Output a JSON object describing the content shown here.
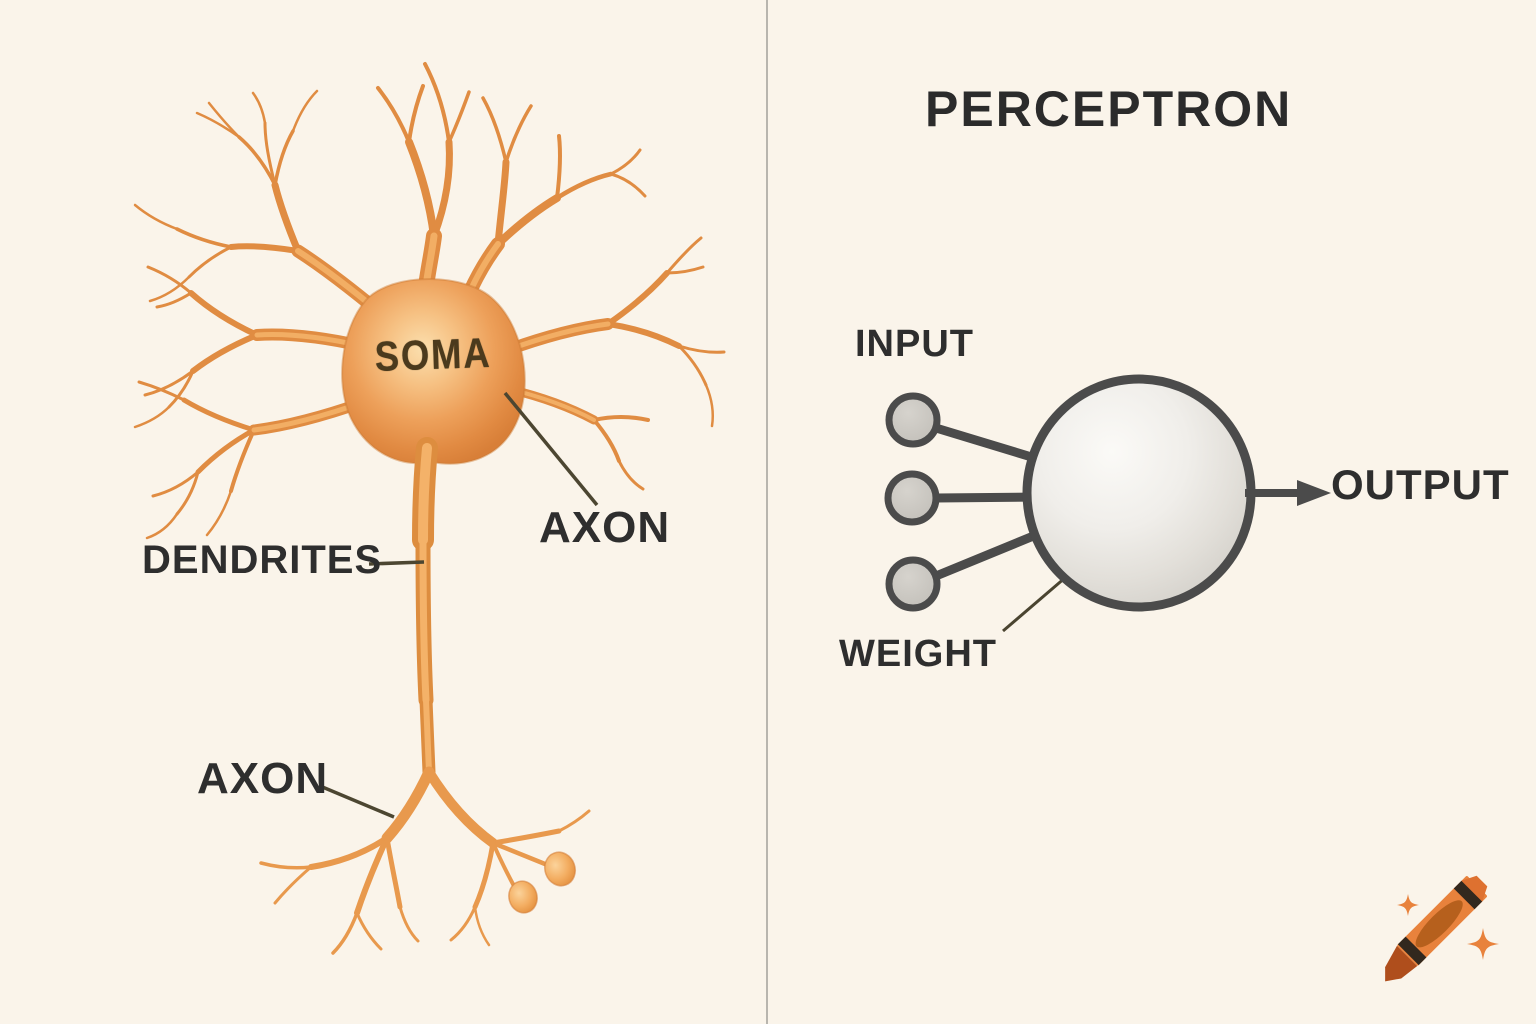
{
  "left_panel": {
    "soma_label": "SOMA",
    "axon_upper_label": "AXON",
    "dendrites_label": "DENDRITES",
    "axon_lower_label": "AXON"
  },
  "right_panel": {
    "title": "PERCEPTRON",
    "input_label": "INPUT",
    "weight_label": "WEIGHT",
    "output_label": "OUTPUT",
    "input_node_count": 3
  },
  "colors": {
    "background": "#FAF4EA",
    "divider": "#B8B5AE",
    "label_text": "#2E2E2E",
    "soma_text": "#4B3A1D",
    "neuron_orange": "#E08C42",
    "neuron_highlight": "#F2AE64",
    "diagram_gray_stroke": "#4B4B4B",
    "node_fill": "#CAC7C1",
    "connector_olive": "#4C4631",
    "crayon_orange": "#E8823C"
  },
  "icons": {
    "logo": "crayon-logo",
    "sparkle": "sparkle-icon"
  }
}
